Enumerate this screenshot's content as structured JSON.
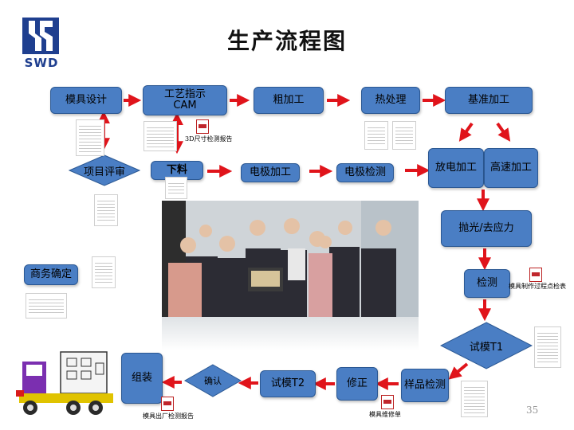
{
  "logo": {
    "text": "SWD"
  },
  "title": "生产流程图",
  "nodes": {
    "mold_design": "模具设计",
    "process_instruction": "工艺指示\nCAM",
    "rough_machining": "粗加工",
    "heat_treatment": "热处理",
    "datum_machining": "基准加工",
    "project_review": "项目评审",
    "blanking": "下料",
    "electrode_machining": "电极加工",
    "electrode_inspection": "电极检测",
    "edm": "放电加工",
    "hsm": "高速加工",
    "polish": "抛光/去应力",
    "business_confirm": "商务确定",
    "inspection": "检测",
    "trial_t1": "试模T1",
    "sample_inspection": "样品检测",
    "modify": "修正",
    "trial_t2": "试模T2",
    "confirm": "确认",
    "assembly": "组装"
  },
  "captions": {
    "cam_report": "3D尺寸检测报告",
    "process_check": "模具制作过程点检表",
    "repair_sheet": "模具维修单",
    "factory_report": "模具出厂检测报告"
  },
  "page_number": "35",
  "colors": {
    "box": "#4a7ec4",
    "arrow": "#e0141b",
    "logo": "#1f3f8f"
  }
}
